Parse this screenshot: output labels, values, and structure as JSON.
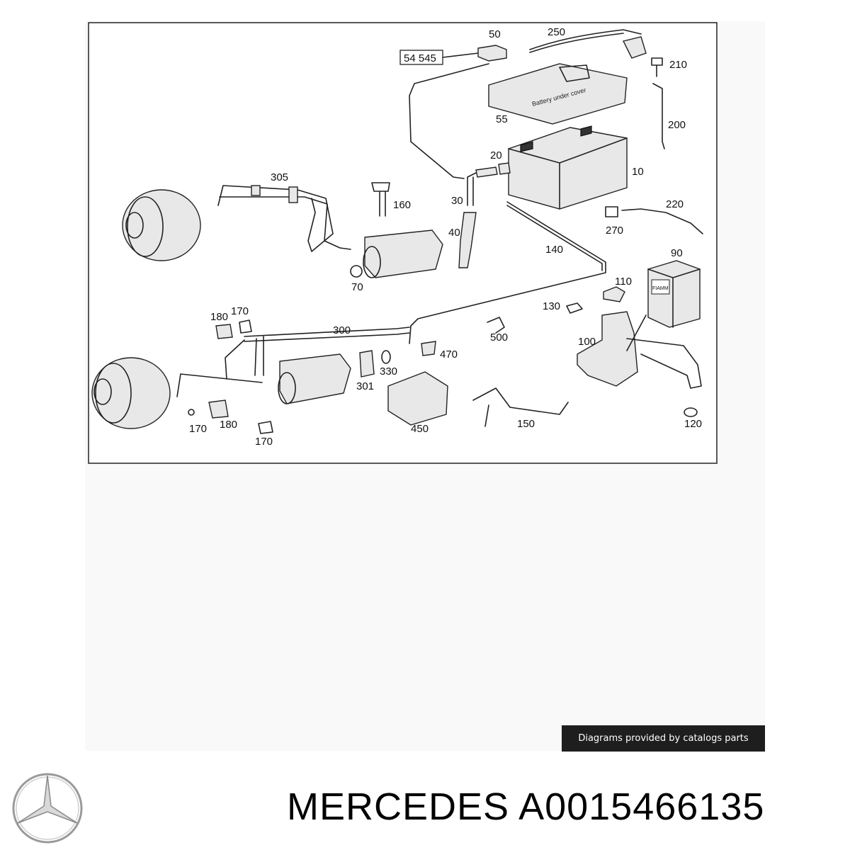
{
  "diagram": {
    "part_numbers": {
      "p10": "10",
      "p20": "20",
      "p30": "30",
      "p40": "40",
      "p50": "50",
      "p55": "55",
      "p70": "70",
      "p90": "90",
      "p100": "100",
      "p110": "110",
      "p120": "120",
      "p130": "130",
      "p140": "140",
      "p150": "150",
      "p160": "160",
      "p170a": "170",
      "p170b": "170",
      "p170c": "170",
      "p180a": "180",
      "p180b": "180",
      "p200": "200",
      "p210": "210",
      "p220": "220",
      "p250": "250",
      "p270": "270",
      "p300": "300",
      "p301": "301",
      "p305": "305",
      "p330": "330",
      "p450": "450",
      "p470": "470",
      "p500": "500",
      "ref_box": "54 545"
    },
    "battery_label": "Battery under cover",
    "battery_brand": "FIAMM"
  },
  "credit": "Diagrams provided by catalogs parts",
  "brand": {
    "title": "MERCEDES A0015466135",
    "logo": "mercedes-star-logo"
  }
}
